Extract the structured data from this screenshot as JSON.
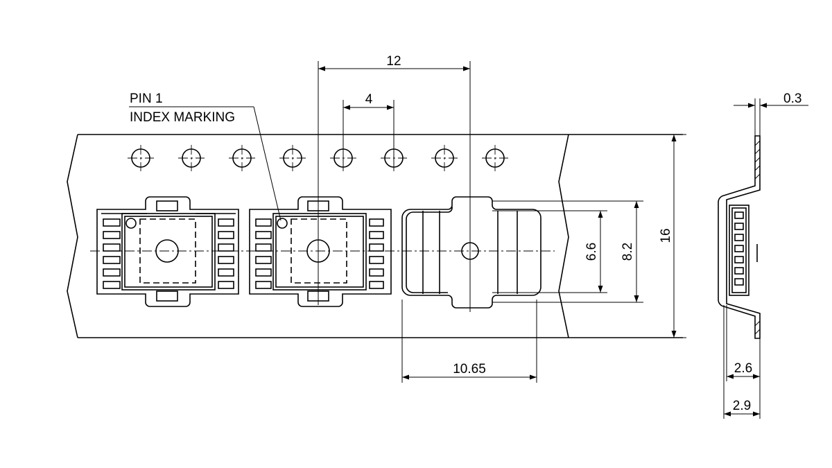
{
  "callout": {
    "line1": "PIN 1",
    "line2": "INDEX MARKING"
  },
  "dimensions": {
    "pocket_pitch": "12",
    "sprocket_pitch": "4",
    "pocket_length": "10.65",
    "inner_width": "6.6",
    "outer_width": "8.2",
    "tape_width": "16",
    "tape_thickness": "0.3",
    "pocket_depth": "2.6",
    "overall_depth": "2.9"
  },
  "sprocket_holes": 8,
  "colors": {
    "line": "#000000",
    "background": "#ffffff"
  }
}
